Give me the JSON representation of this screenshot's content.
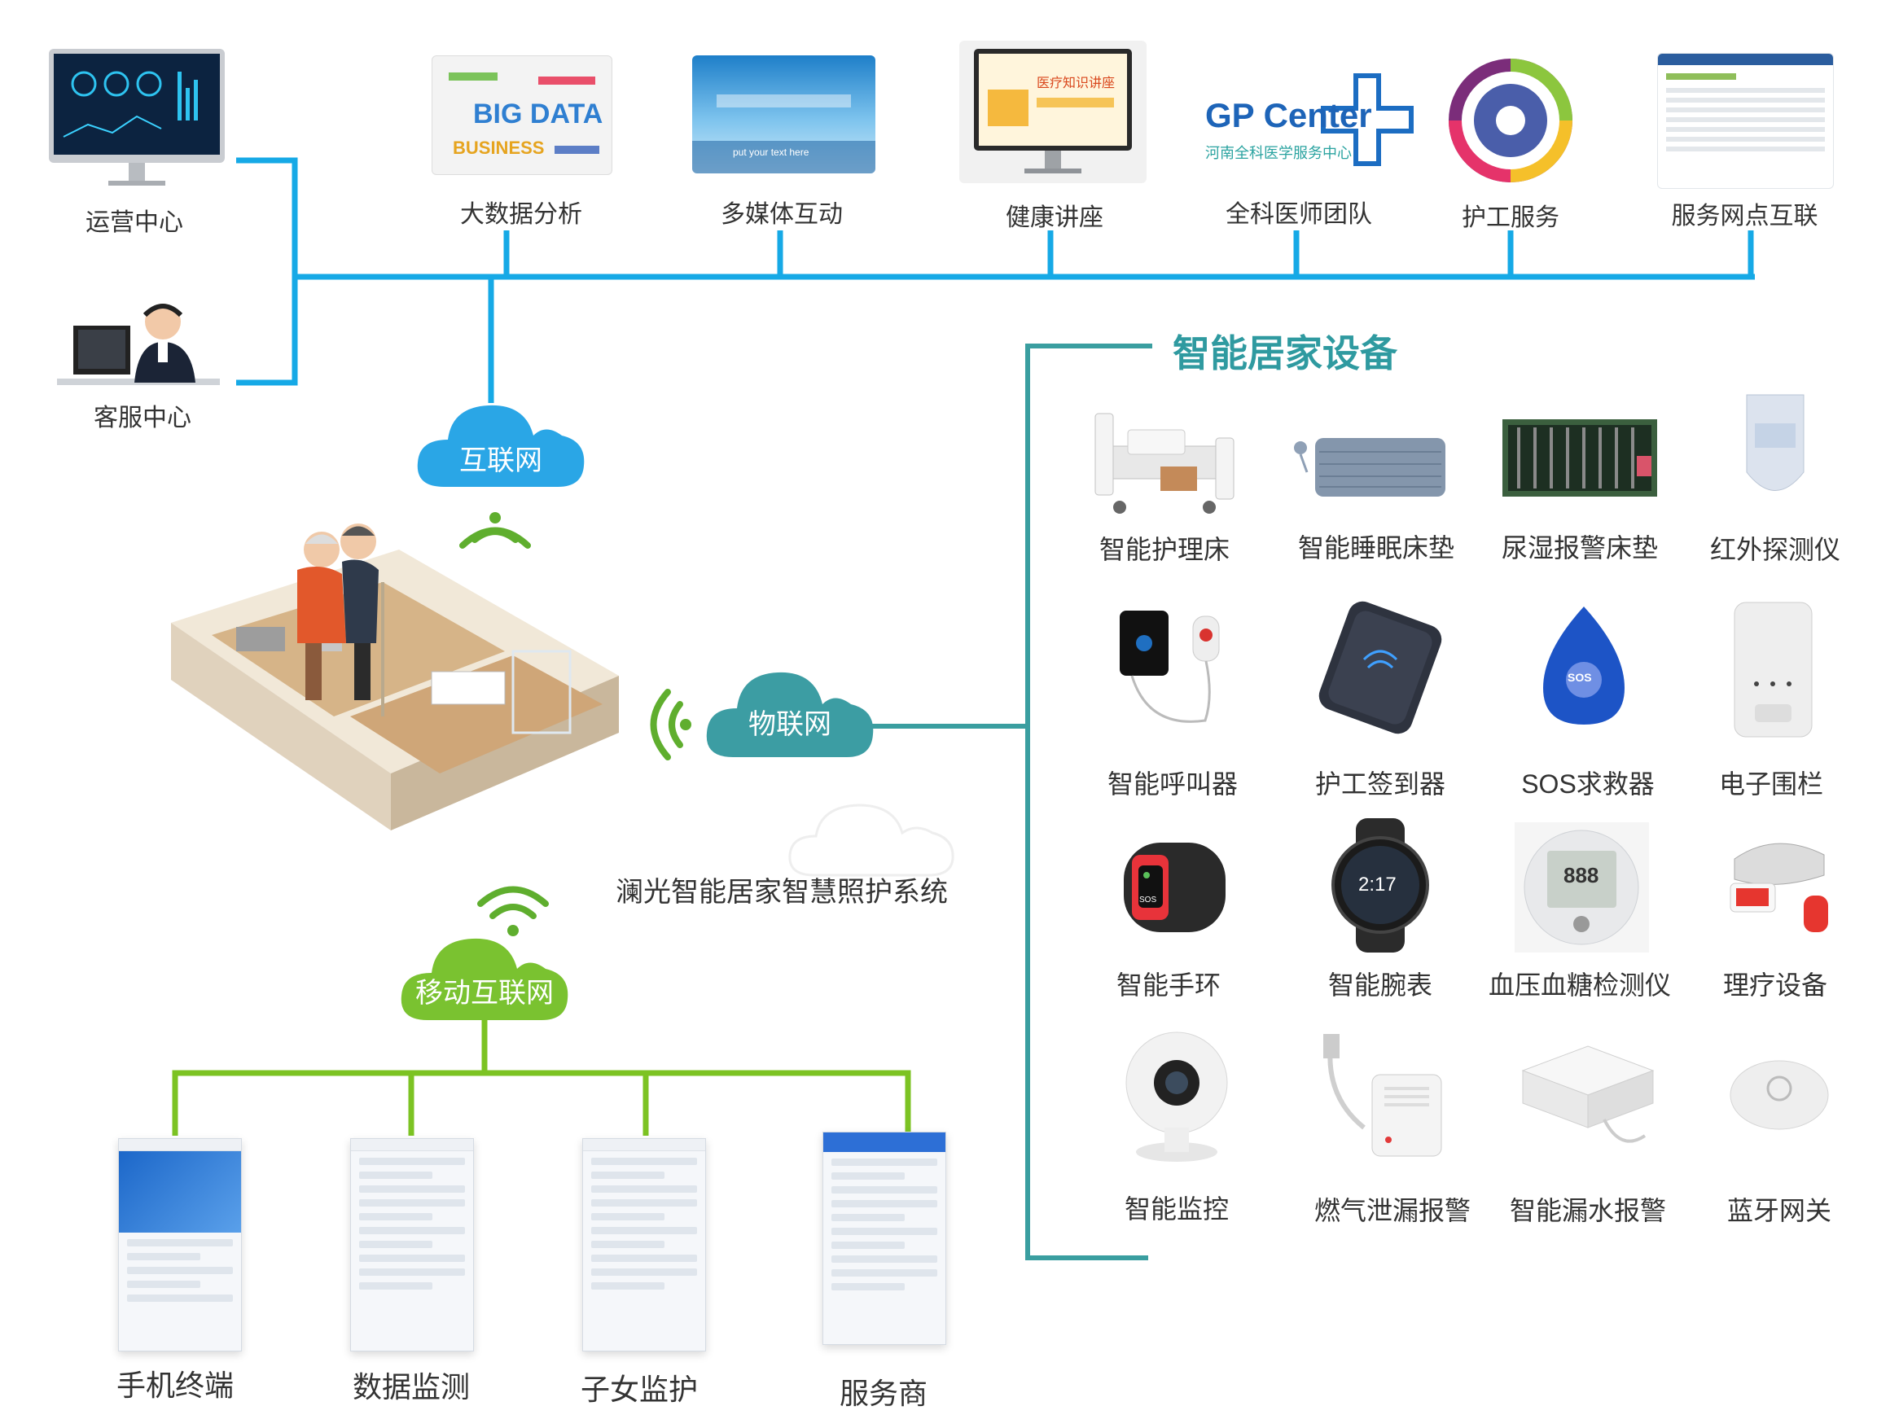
{
  "top_nodes": [
    {
      "id": "ops",
      "label": "运营中心"
    },
    {
      "id": "service",
      "label": "客服中心"
    },
    {
      "id": "bigdata",
      "label": "大数据分析"
    },
    {
      "id": "media",
      "label": "多媒体互动"
    },
    {
      "id": "lecture",
      "label": "健康讲座"
    },
    {
      "id": "gp",
      "label": "全科医师团队"
    },
    {
      "id": "nursing",
      "label": "护工服务"
    },
    {
      "id": "network",
      "label": "服务网点互联"
    }
  ],
  "top_thumbs": {
    "bigdata_text": "BIG DATA",
    "bigdata_sub": "BUSINESS",
    "media_text": "put your text here",
    "lecture_text": "医疗知识讲座",
    "gp_title": "GP Center",
    "gp_sub": "河南全科医学服务中心"
  },
  "clouds": {
    "internet": "互联网",
    "iot": "物联网",
    "mobile": "移动互联网"
  },
  "center_title": "澜光智能居家智慧照护系统",
  "devices_title": "智能居家设备",
  "devices": [
    {
      "label": "智能护理床",
      "icon": "nursing-bed-icon"
    },
    {
      "label": "智能睡眠床垫",
      "icon": "sleep-mattress-icon"
    },
    {
      "label": "尿湿报警床垫",
      "icon": "wetness-pad-icon"
    },
    {
      "label": "红外探测仪",
      "icon": "infrared-detector-icon"
    },
    {
      "label": "智能呼叫器",
      "icon": "call-button-icon"
    },
    {
      "label": "护工签到器",
      "icon": "checkin-device-icon"
    },
    {
      "label": "SOS求救器",
      "icon": "sos-device-icon"
    },
    {
      "label": "电子围栏",
      "icon": "e-fence-icon"
    },
    {
      "label": "智能手环",
      "icon": "smart-band-icon"
    },
    {
      "label": "智能腕表",
      "icon": "smart-watch-icon"
    },
    {
      "label": "血压血糖检测仪",
      "icon": "bp-glucose-meter-icon"
    },
    {
      "label": "理疗设备",
      "icon": "therapy-device-icon"
    },
    {
      "label": "智能监控",
      "icon": "camera-icon"
    },
    {
      "label": "燃气泄漏报警",
      "icon": "gas-alarm-icon"
    },
    {
      "label": "智能漏水报警",
      "icon": "water-leak-icon"
    },
    {
      "label": "蓝牙网关",
      "icon": "bluetooth-gateway-icon"
    }
  ],
  "device_text": {
    "sos_badge": "SOS",
    "band_badge": "SOS",
    "watch_time": "2:17",
    "meter_digits": "888"
  },
  "bottom_nodes": [
    {
      "label": "手机终端"
    },
    {
      "label": "数据监测"
    },
    {
      "label": "子女监护"
    },
    {
      "label": "服务商"
    }
  ],
  "colors": {
    "blue_line": "#16a9e6",
    "teal_line": "#3a9ea0",
    "green_line": "#7cc323",
    "cloud_blue": "#2aa6e6",
    "cloud_teal": "#3c9da3",
    "cloud_green": "#7ac230",
    "title_teal": "#2f9aa0"
  }
}
